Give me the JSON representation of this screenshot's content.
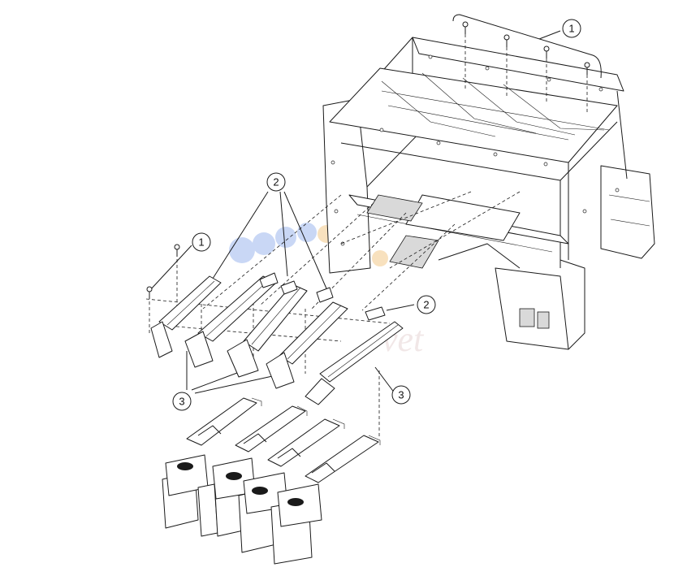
{
  "callouts": [
    {
      "id": "c1-top",
      "label": "1"
    },
    {
      "id": "c2-top",
      "label": "2"
    },
    {
      "id": "c1-left",
      "label": "1"
    },
    {
      "id": "c2-right",
      "label": "2"
    },
    {
      "id": "c3-left",
      "label": "3"
    },
    {
      "id": "c3-right",
      "label": "3"
    }
  ],
  "watermark": {
    "text": "vet",
    "colors": {
      "blue": "#9db8ee",
      "orange": "#f4c98a",
      "red": "#c8a0a0"
    }
  }
}
